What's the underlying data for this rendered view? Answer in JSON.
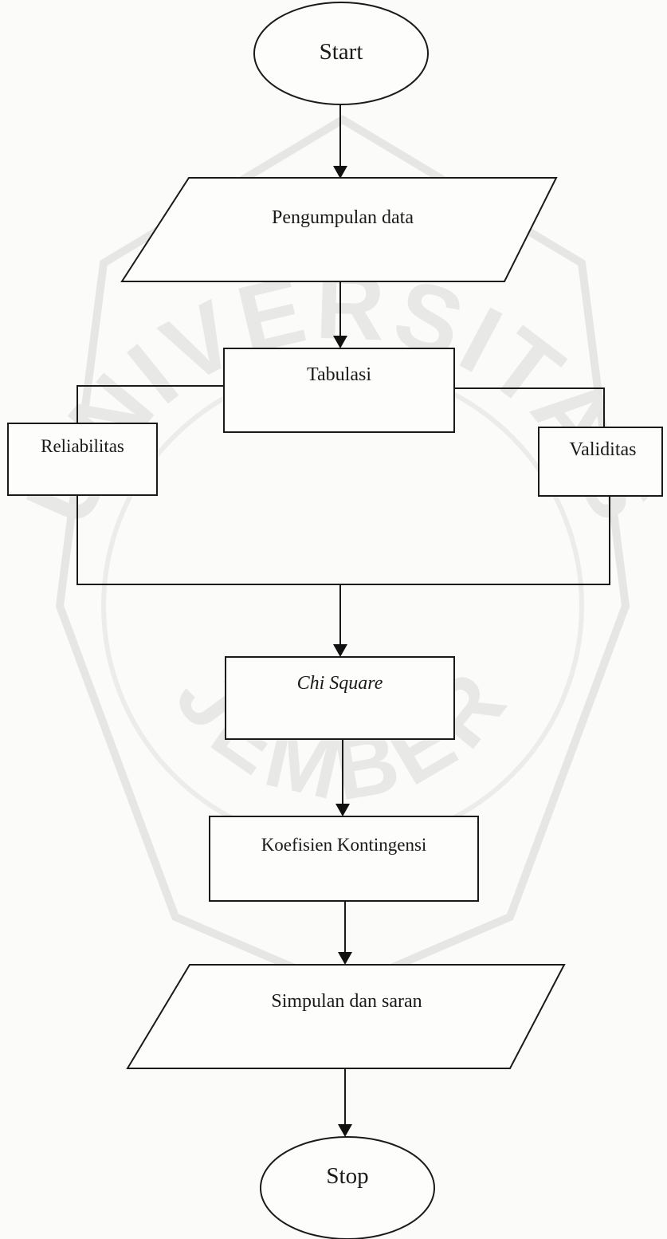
{
  "nodes": {
    "start": "Start",
    "pengumpulan": "Pengumpulan data",
    "tabulasi": "Tabulasi",
    "reliabilitas": "Reliabilitas",
    "validitas": "Validitas",
    "chi_square": "Chi Square",
    "koefisien": "Koefisien Kontingensi",
    "simpulan": "Simpulan dan saran",
    "stop": "Stop"
  },
  "watermark": {
    "top_text": "UNIVERSITAS",
    "bottom_text": "JEMBER"
  },
  "colors": {
    "line": "#1a1a1a",
    "background": "#fbfbf9",
    "watermark": "#e3e3e1"
  }
}
